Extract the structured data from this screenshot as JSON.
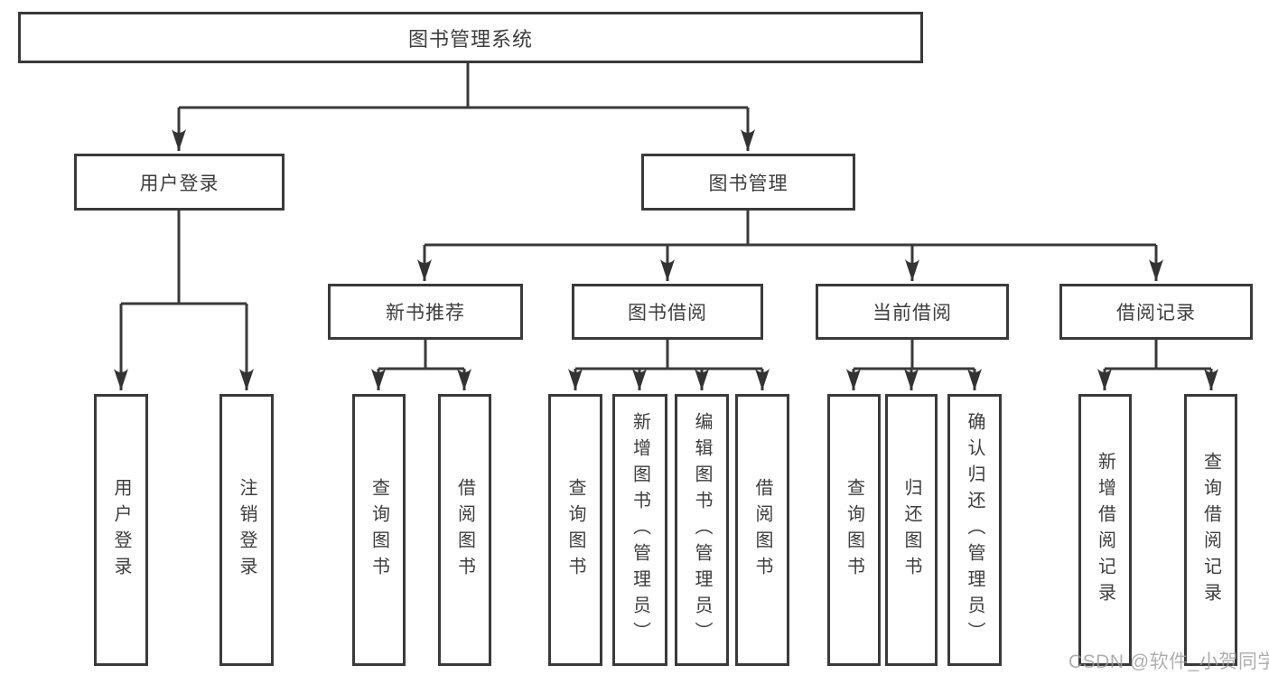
{
  "diagram": {
    "type": "hierarchy-tree",
    "root": {
      "label": "图书管理系统"
    },
    "level2": [
      {
        "id": "user-login",
        "label": "用户登录"
      },
      {
        "id": "book-management",
        "label": "图书管理"
      }
    ],
    "level3": [
      {
        "id": "new-book-recommend",
        "label": "新书推荐",
        "parent": "图书管理"
      },
      {
        "id": "book-borrow",
        "label": "图书借阅",
        "parent": "图书管理"
      },
      {
        "id": "current-borrow",
        "label": "当前借阅",
        "parent": "图书管理"
      },
      {
        "id": "borrow-records",
        "label": "借阅记录",
        "parent": "图书管理"
      }
    ],
    "leaves": [
      {
        "parent": "用户登录",
        "label": "用户登录"
      },
      {
        "parent": "用户登录",
        "label": "注销登录"
      },
      {
        "parent": "新书推荐",
        "label": "查询图书"
      },
      {
        "parent": "新书推荐",
        "label": "借阅图书"
      },
      {
        "parent": "图书借阅",
        "label": "查询图书"
      },
      {
        "parent": "图书借阅",
        "label": "新增图书（管理员）"
      },
      {
        "parent": "图书借阅",
        "label": "编辑图书（管理员）"
      },
      {
        "parent": "图书借阅",
        "label": "借阅图书"
      },
      {
        "parent": "当前借阅",
        "label": "查询图书"
      },
      {
        "parent": "当前借阅",
        "label": "归还图书"
      },
      {
        "parent": "当前借阅",
        "label": "确认归还（管理员）"
      },
      {
        "parent": "借阅记录",
        "label": "新增借阅记录"
      },
      {
        "parent": "借阅记录",
        "label": "查询借阅记录"
      }
    ],
    "watermark": "CSDN @软件_小贺同学",
    "colors": {
      "line": "#3a3a3a",
      "text": "#3d3d3d",
      "background": "#ffffff",
      "watermark": "#9c9c9c"
    }
  }
}
